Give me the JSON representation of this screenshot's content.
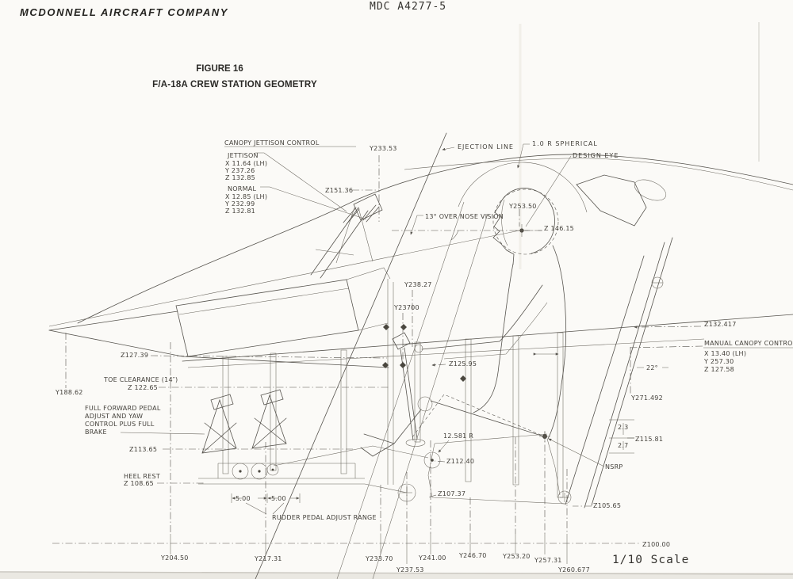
{
  "header": {
    "company": "MCDONNELL AIRCRAFT COMPANY",
    "doc_number": "MDC A4277-5"
  },
  "title": {
    "figure_label": "FIGURE 16",
    "figure_title": "F/A-18A CREW STATION GEOMETRY"
  },
  "scale_note": "1/10 Scale",
  "canopy_jettison": {
    "heading": "CANOPY JETTISON CONTROL",
    "jettison_label": "JETTISON",
    "jettison_x": "X 11.64 (LH)",
    "jettison_y": "Y 237.26",
    "jettison_z": "Z 132.85",
    "normal_label": "NORMAL",
    "normal_x": "X 12.85 (LH)",
    "normal_y": "Y 232.99",
    "normal_z": "Z 132.81"
  },
  "manual_canopy": {
    "heading": "MANUAL CANOPY CONTROL",
    "x": "X 13.40 (LH)",
    "y": "Y 257.30",
    "z": "Z 127.58"
  },
  "annotations": {
    "ejection_line": "EJECTION LINE",
    "spherical": "1.0 R SPHERICAL",
    "design_eye": "DESIGN EYE",
    "over_nose_vision": "13° OVER NOSE VISION",
    "design_eye_station": "Y253.50",
    "design_eye_waterline": "Z 146.15",
    "canopy_station": "Y233.53",
    "canopy_waterline": "Z151.36",
    "sill_waterline": "Z132.417",
    "station_y238": "Y238.27",
    "station_y237": "Y23700",
    "console_waterline": "Z125.95",
    "toe_clearance_line1": "TOE CLEARANCE (14″)",
    "toe_clearance_line2": "Z 122.65",
    "nose_station": "Y188.62",
    "fuselage_waterline": "Z127.39",
    "pedal_note_line1": "FULL FORWARD PEDAL",
    "pedal_note_line2": "ADJUST AND YAW",
    "pedal_note_line3": "CONTROL PLUS FULL",
    "pedal_note_line4": "BRAKE",
    "pedal_waterline": "Z113.65",
    "heel_rest_line1": "HEEL REST",
    "heel_rest_line2": "Z 108.65",
    "pedal_dim_fwd": "5.00",
    "pedal_dim_aft": "5.00",
    "rudder_range": "RUDDER PEDAL ADJUST RANGE",
    "stick_radius": "12.581 R",
    "stick_pivot_waterline": "Z112.40",
    "floor_waterline": "Z107.37",
    "seat_back_angle": "22°",
    "seat_station": "Y271.492",
    "seat_dim_upper": "2.3",
    "seat_dim_lower": "2.7",
    "nsrp_waterline": "Z115.81",
    "nsrp": "NSRP",
    "seat_bottom_waterline": "Z105.65",
    "baseline_waterline": "Z100.00"
  },
  "baseline_stations": [
    "Y204.50",
    "Y217.31",
    "Y233.70",
    "Y237.53",
    "Y241.00",
    "Y246.70",
    "Y253.20",
    "Y257.31",
    "Y260.677"
  ]
}
